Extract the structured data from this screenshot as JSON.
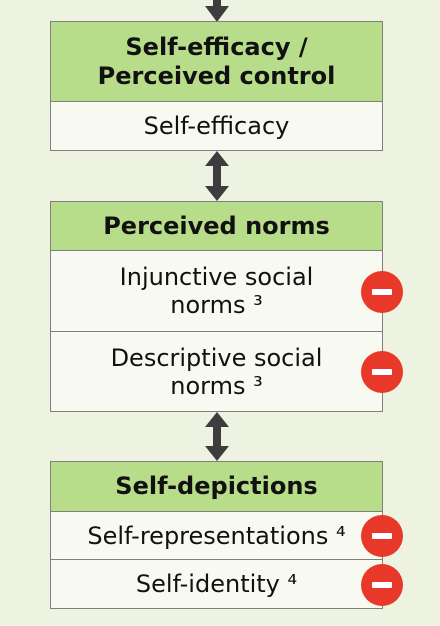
{
  "boxes": {
    "self_efficacy": {
      "title": "Self-efficacy /\nPerceived control",
      "rows": [
        "Self-efficacy"
      ]
    },
    "perceived_norms": {
      "title": "Perceived norms",
      "rows": [
        "Injunctive social\nnorms ³",
        "Descriptive social\nnorms ³"
      ]
    },
    "self_depictions": {
      "title": "Self-depictions",
      "rows": [
        "Self-representations ⁴",
        "Self-identity ⁴"
      ]
    }
  },
  "icons": {
    "negative_effect": "minus-circle-icon",
    "negative_color": "#e8382a",
    "header_color": "#b7dd8a"
  }
}
